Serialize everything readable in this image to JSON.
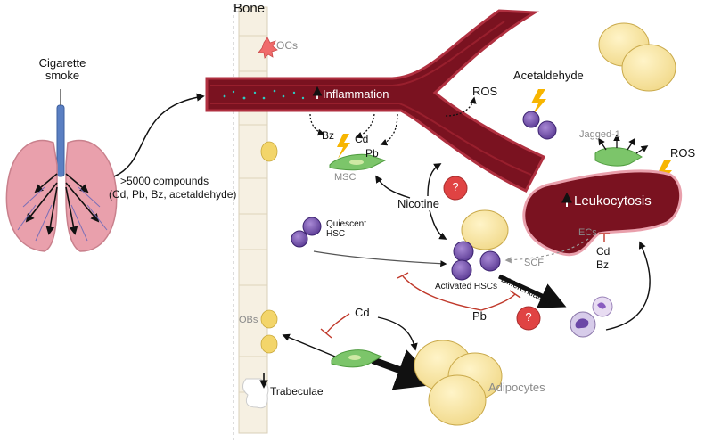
{
  "labels": {
    "bone": "Bone",
    "ocs": "OCs",
    "cigarette_smoke": "Cigarette\nsmoke",
    "compounds_count": ">5000 compounds",
    "compounds_list": "(Cd, Pb, Bz, acetaldehyde)",
    "inflammation": "Inflammation",
    "ros_vessel": "ROS",
    "acetaldehyde": "Acetaldehyde",
    "bz": "Bz",
    "cd_top": "Cd",
    "pb_top": "Pb",
    "msc": "MSC",
    "nicotine": "Nicotine",
    "question": "?",
    "jagged": "Jagged-1",
    "ros_right": "ROS",
    "leukocytosis": "Leukocytosis",
    "ecs": "ECs",
    "cd_right": "Cd",
    "bz_right": "Bz",
    "quiescent_hsc": "Quiescent\nHSC",
    "scf": "SCF",
    "activated_hscs": "Activated HSCs",
    "differentiation": "Differentiation",
    "pb_bottom": "Pb",
    "obs": "OBs",
    "cd_bottom": "Cd",
    "trabeculae": "Trabeculae",
    "adipocytes": "Adipocytes"
  }
}
